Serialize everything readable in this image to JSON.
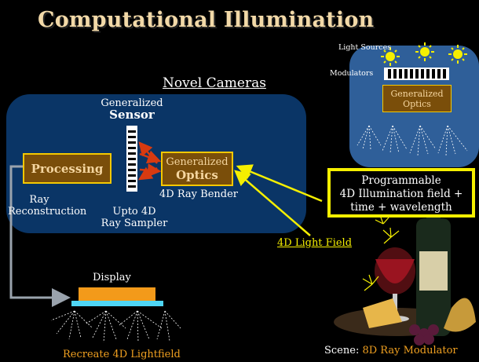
{
  "slide": {
    "title": "Computational Illumination",
    "subtitle": "Novel Cameras",
    "sensor": {
      "top_label": "Generalized",
      "bold_label": "Sensor"
    },
    "processing": "Processing",
    "ray_reconstruction": [
      "Ray",
      "Reconstruction"
    ],
    "ray_sampler": [
      "Upto 4D",
      "Ray Sampler"
    ],
    "optics": {
      "top_label": "Generalized",
      "bold_label": "Optics"
    },
    "ray_bender": "4D Ray Bender",
    "light_field": "4D Light Field",
    "display": "Display",
    "recreate": "Recreate 4D Lightfield",
    "illumination": {
      "light_sources": "Light Sources",
      "modulators": "Modulators",
      "optics": [
        "Generalized",
        "Optics"
      ]
    },
    "programmable": [
      "Programmable",
      "4D Illumination field +",
      "time + wavelength"
    ],
    "scene": {
      "prefix": "Scene: ",
      "highlight": "8D Ray Modulator"
    }
  },
  "colors": {
    "background": "#000000",
    "camera_panel": "#0a3566",
    "illum_panel": "#2f5f99",
    "box_fill": "#7a4e0a",
    "box_border": "#f5c800",
    "highlight_yellow": "#f5ef00",
    "orange_text": "#f0a020",
    "title": "#f2d9a8"
  }
}
